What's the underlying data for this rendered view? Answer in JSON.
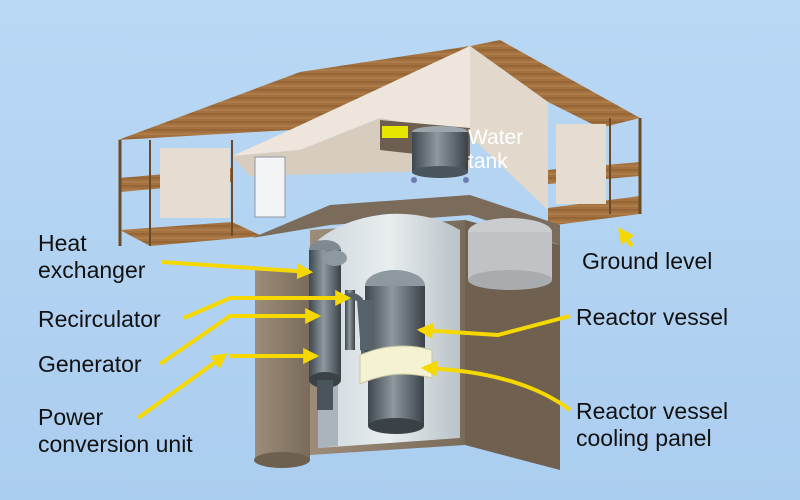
{
  "labels": {
    "heat_exchanger": [
      "Heat",
      "exchanger"
    ],
    "recirculator": "Recirculator",
    "generator": "Generator",
    "power_conversion_unit": [
      "Power",
      "conversion unit"
    ],
    "water_tank": [
      "Water",
      "tank"
    ],
    "ground_level": "Ground level",
    "reactor_vessel": "Reactor vessel",
    "reactor_vessel_cooling_panel": [
      "Reactor vessel",
      "cooling panel"
    ]
  },
  "colors": {
    "background": "#b3d4f2",
    "arrow": "#f5d800",
    "roof": "#9a6a3e",
    "wall": "#e9e1d6",
    "silo": "#8a7a68",
    "cooling_panel": "#f4f2d2",
    "equipment": "#5d6a72"
  }
}
